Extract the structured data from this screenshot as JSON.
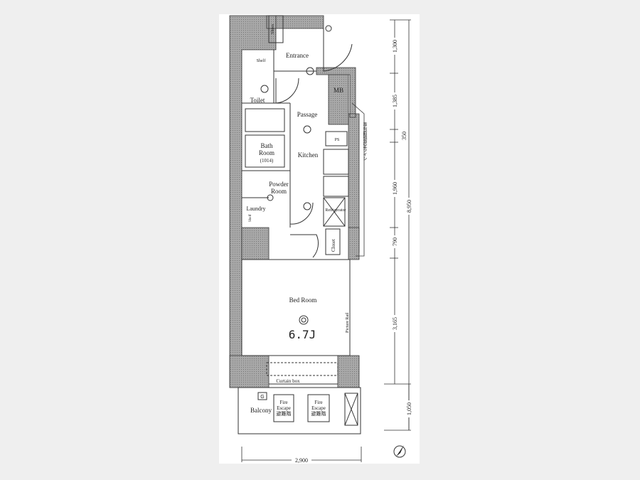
{
  "rooms": {
    "entrance": "Entrance",
    "shoes": "Shoes",
    "shelf": "Shelf",
    "toilet": "Toilet",
    "mb": "MB",
    "passage": "Passage",
    "ps": "PS",
    "bath_line1": "Bath",
    "bath_line2": "Room",
    "bath_size": "(1014)",
    "kitchen": "Kitchen",
    "powder_line1": "Powder",
    "powder_line2": "Room",
    "laundry": "Laundry",
    "laundry_shelf": "Shelf",
    "refrigerator": "Refrigerator",
    "closet": "Closet",
    "bedroom": "Bed Room",
    "bedroom_size": "6.7J",
    "picture_rail": "Picture Rail",
    "curtain_box": "Curtain box",
    "balcony": "Balcony",
    "g_mark": "G",
    "fire_escape_1": [
      "Fire",
      "Escape",
      "避難階"
    ],
    "fire_escape_2": [
      "Fire",
      "Escape",
      "避難階"
    ],
    "area_line_note": "専有面積算定ライン"
  },
  "dimensions": {
    "vertical": [
      "1,300",
      "1,385",
      "350",
      "1,960",
      "790",
      "3,165",
      "1,050"
    ],
    "total_depth": "8,950",
    "width": "2,900"
  },
  "colors": {
    "wall": "#9a9a9a",
    "line": "#333333",
    "background": "#efefef"
  }
}
